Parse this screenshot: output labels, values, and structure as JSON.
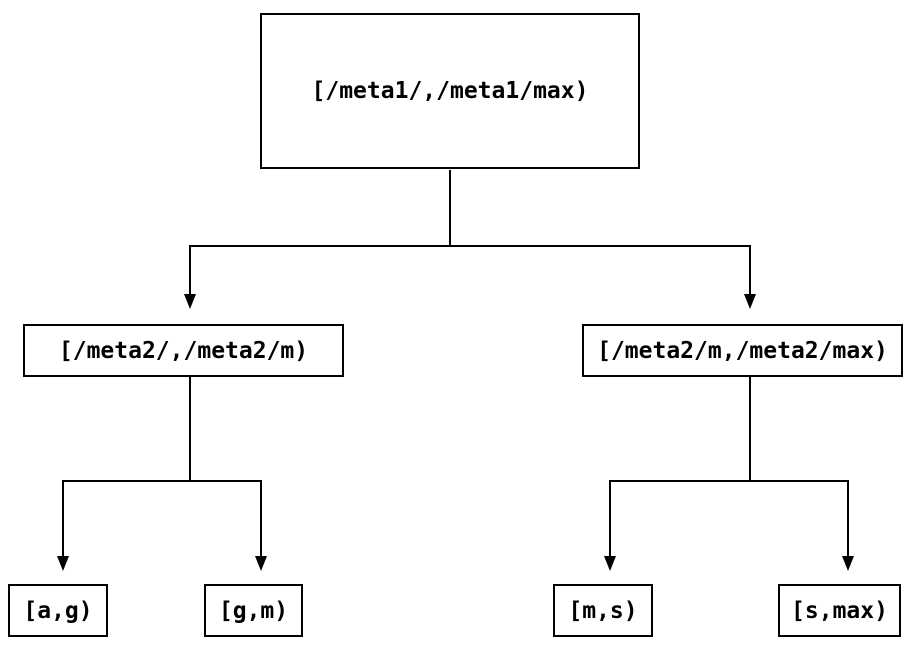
{
  "colors": {
    "ink": "#000000",
    "background": "#ffffff"
  },
  "nodes": {
    "root": {
      "label": "[/meta1/,/meta1/max)"
    },
    "mid_left": {
      "label": "[/meta2/,/meta2/m)"
    },
    "mid_right": {
      "label": "[/meta2/m,/meta2/max)"
    },
    "leaf_ag": {
      "label": "[a,g)"
    },
    "leaf_gm": {
      "label": "[g,m)"
    },
    "leaf_ms": {
      "label": "[m,s)"
    },
    "leaf_smax": {
      "label": "[s,max)"
    }
  }
}
